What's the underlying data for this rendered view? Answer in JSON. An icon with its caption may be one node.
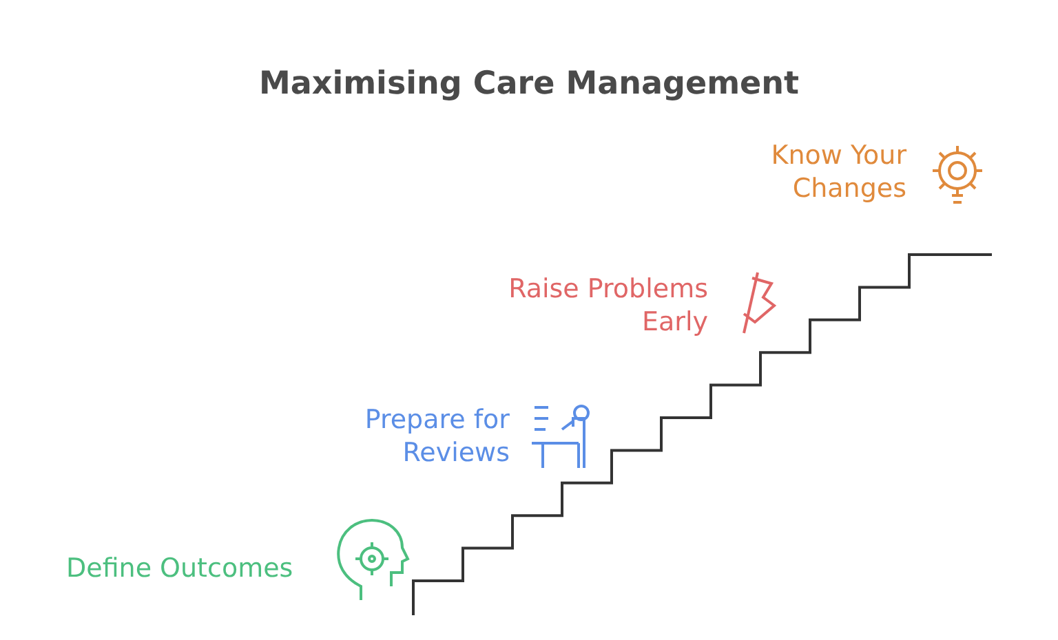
{
  "diagram": {
    "title": "Maximising Care Management",
    "labels": [
      "Know Your Changes",
      "Raise Problems Early",
      "Prepare for Reviews",
      "Define Outcomes"
    ]
  }
}
